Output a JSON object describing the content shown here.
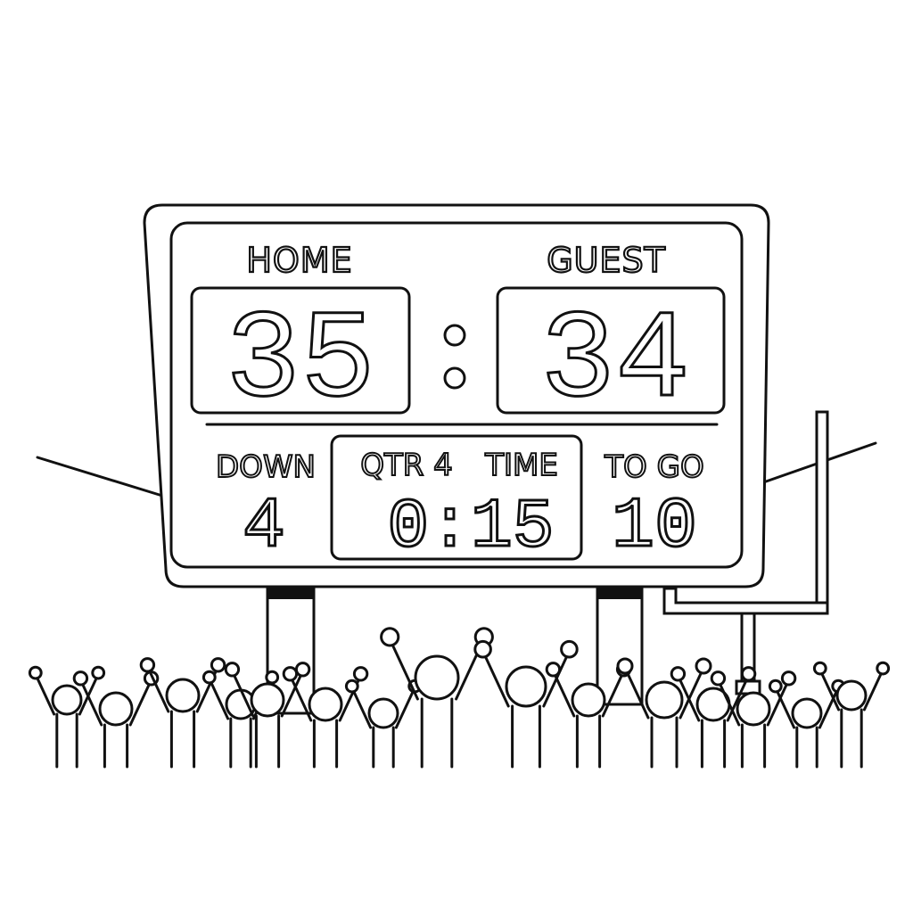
{
  "scoreboard": {
    "home_label": "HOME",
    "guest_label": "GUEST",
    "home_score": "35",
    "guest_score": "34",
    "down_label": "DOWN",
    "down_value": "4",
    "quarter_label": "QTR 4",
    "time_label": "TIME",
    "time_value": "0:15",
    "to_go_label": "TO GO",
    "to_go_value": "10"
  },
  "colors": {
    "line": "#111111",
    "background": "#ffffff"
  }
}
